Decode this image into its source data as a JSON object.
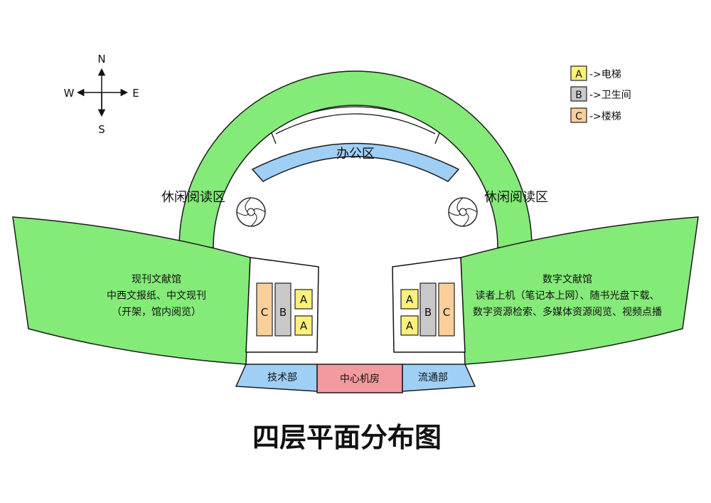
{
  "colors": {
    "reading_green": "#84ea78",
    "office_blue": "#9fcff5",
    "machine_room_pink": "#f29a9e",
    "elevator_yellow": "#fdf17a",
    "restroom_gray": "#c9c9c9",
    "stairs_peach": "#fbcf9c"
  },
  "compass": {
    "north": "N",
    "south": "S",
    "east": "E",
    "west": "W"
  },
  "legend": [
    {
      "code": "A",
      "text": "->电梯",
      "color": "#fdf17a"
    },
    {
      "code": "B",
      "text": "->卫生间",
      "color": "#c9c9c9"
    },
    {
      "code": "C",
      "text": "->楼梯",
      "color": "#fbcf9c"
    }
  ],
  "rooms": {
    "office": "办公区",
    "leisure_left": "休闲阅读区",
    "leisure_right": "休闲阅读区",
    "periodicals": {
      "name": "现刊文献馆",
      "line1": "中西文报纸、中文现刊",
      "line2": "（开架，馆内阅览）"
    },
    "digital": {
      "name": "数字文献馆",
      "line1": "读者上机（笔记本上网）、随书光盘下载、",
      "line2": "数字资源检索、多媒体资源阅览、视频点播"
    },
    "tech": "技术部",
    "machine": "中心机房",
    "circulation": "流通部"
  },
  "cores": {
    "left": [
      "C",
      "B",
      "A",
      "A"
    ],
    "right": [
      "A",
      "A",
      "B",
      "C"
    ]
  },
  "title": "四层平面分布图"
}
